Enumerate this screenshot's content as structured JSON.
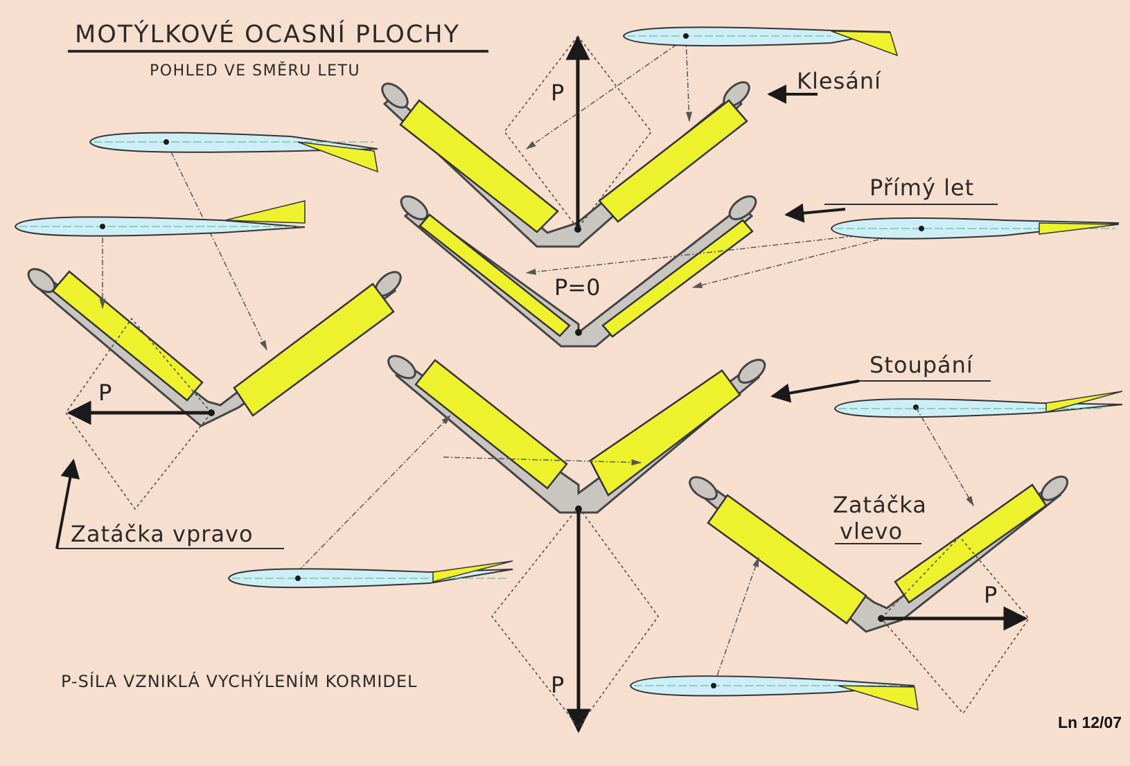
{
  "title": "MOTÝLKOVÉ OCASNÍ PLOCHY",
  "subtitle": "POHLED VE SMĚRU LETU",
  "states": {
    "descent": "Klesání",
    "level_flight": "Přímý let",
    "climb": "Stoupání",
    "turn_right": "Zatáčka vpravo",
    "turn_left_line1": "Zatáčka",
    "turn_left_line2": "vlevo"
  },
  "force_labels": {
    "descent": "P",
    "level": "P=0",
    "climb": "P",
    "turn_right": "P",
    "turn_left": "P"
  },
  "legend": "P-SÍLA VZNIKLÁ VYCHÝLENÍM KORMIDEL",
  "reference": "Ln 12/07",
  "colors": {
    "background": "#f7dfcf",
    "surface_frame": "#c9c6c2",
    "rudder_fill": "#eef22c",
    "airfoil_fill": "#cdeef6",
    "ink": "#1a1a1a"
  }
}
